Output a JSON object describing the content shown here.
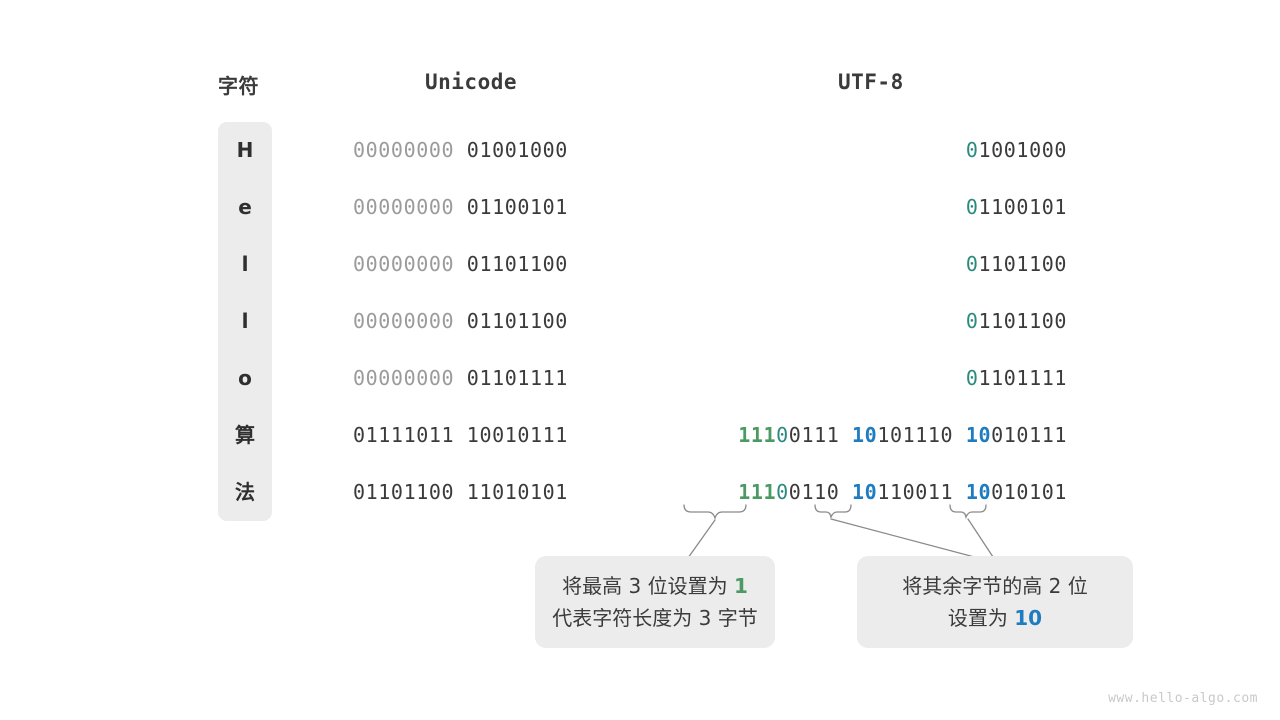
{
  "headers": {
    "character": "字符",
    "unicode": "Unicode",
    "utf8": "UTF-8"
  },
  "rows": [
    {
      "char": "H",
      "unicode_dim": "00000000",
      "unicode_dark": "01001000",
      "utf8_lead": "0",
      "utf8_rest": "1001000"
    },
    {
      "char": "e",
      "unicode_dim": "00000000",
      "unicode_dark": "01100101",
      "utf8_lead": "0",
      "utf8_rest": "1100101"
    },
    {
      "char": "l",
      "unicode_dim": "00000000",
      "unicode_dark": "01101100",
      "utf8_lead": "0",
      "utf8_rest": "1101100"
    },
    {
      "char": "l",
      "unicode_dim": "00000000",
      "unicode_dark": "01101100",
      "utf8_lead": "0",
      "utf8_rest": "1101100"
    },
    {
      "char": "o",
      "unicode_dim": "00000000",
      "unicode_dark": "01101111",
      "utf8_lead": "0",
      "utf8_rest": "1101111"
    }
  ],
  "multibyte_rows": [
    {
      "char": "算",
      "unicode_byte1": "01111011",
      "unicode_byte2": "10010111",
      "utf8_b1_green": "111",
      "utf8_b1_teal": "0",
      "utf8_b1_rest": "0111",
      "utf8_b2_blue": "10",
      "utf8_b2_rest": "101110",
      "utf8_b3_blue": "10",
      "utf8_b3_rest": "010111"
    },
    {
      "char": "法",
      "unicode_byte1": "01101100",
      "unicode_byte2": "11010101",
      "utf8_b1_green": "111",
      "utf8_b1_teal": "0",
      "utf8_b1_rest": "0110",
      "utf8_b2_blue": "10",
      "utf8_b2_rest": "110011",
      "utf8_b3_blue": "10",
      "utf8_b3_rest": "010101"
    }
  ],
  "callouts": {
    "left": {
      "line1_pre": "将最高 3 位设置为 ",
      "line1_hl": "1",
      "line2": "代表字符长度为 3 字节"
    },
    "right": {
      "line1": "将其余字节的高 2 位",
      "line2_pre": "设置为 ",
      "line2_hl": "10"
    }
  },
  "watermark": "www.hello-algo.com",
  "colors": {
    "green": "#4c9a63",
    "teal": "#2b8a7e",
    "blue": "#1f7cc0",
    "dark": "#3b3b3b",
    "dim": "#9b9b9b",
    "chip_bg": "#ececec"
  }
}
